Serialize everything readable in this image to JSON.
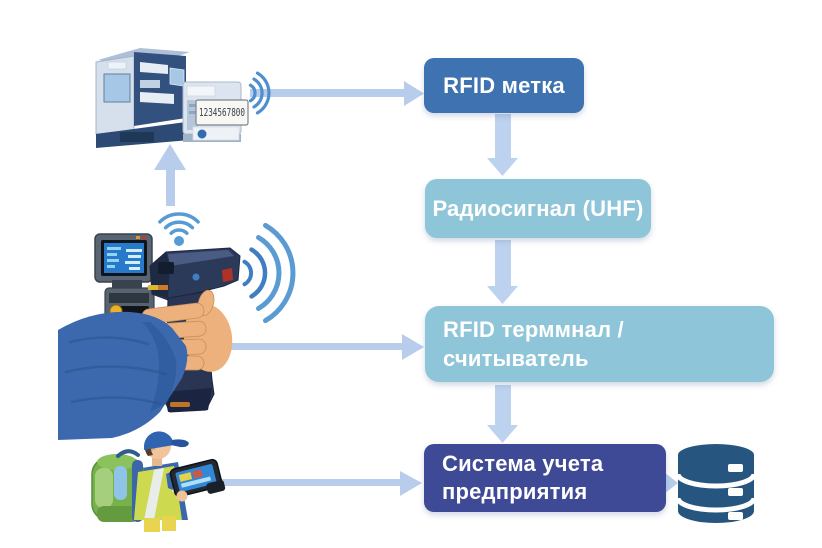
{
  "flow": {
    "node_tag": {
      "label": "RFID метка"
    },
    "node_signal": {
      "label": "Радиосигнал (UHF)"
    },
    "node_terminal": {
      "line1": "RFID терммнал /",
      "line2": "считыватель"
    },
    "node_system": {
      "line1": "Система учета",
      "line2": "предприятия"
    }
  },
  "illustrations": {
    "tag_serial": "1234567800"
  },
  "icons": {
    "database": "database-cylinder",
    "wifi": "wifi-waves",
    "radio": "radio-waves"
  },
  "colors": {
    "node_dark_blue": "#3e72b0",
    "node_light_blue": "#8fc5d8",
    "node_indigo": "#3e4a96",
    "arrow_light": "#bdd2ee",
    "wave_blue": "#4b87c6",
    "database_blue": "#26567f",
    "text": "#ffffff"
  }
}
